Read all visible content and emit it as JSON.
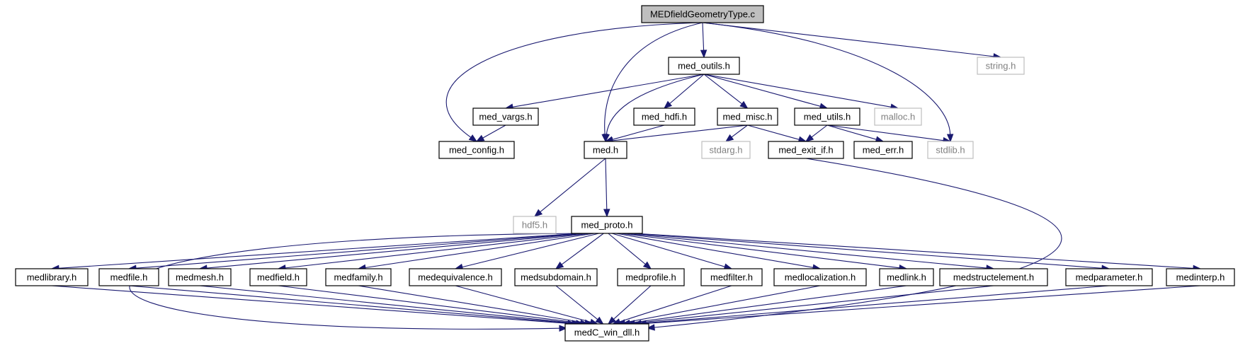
{
  "colors": {
    "edge": "#191970",
    "root_fill": "#bfbfbf",
    "node_fill": "#ffffff",
    "node_border": "#000000",
    "ext_border": "#bfbfbf",
    "ext_text": "#808080",
    "text": "#000000"
  },
  "nodes": {
    "root": "MEDfieldGeometryType.c",
    "med_outils": "med_outils.h",
    "string": "string.h",
    "med_vargs": "med_vargs.h",
    "med_hdfi": "med_hdfi.h",
    "med_misc": "med_misc.h",
    "med_utils": "med_utils.h",
    "malloc": "malloc.h",
    "med_config": "med_config.h",
    "med": "med.h",
    "stdarg": "stdarg.h",
    "med_exit_if": "med_exit_if.h",
    "med_err": "med_err.h",
    "stdlib": "stdlib.h",
    "hdf5": "hdf5.h",
    "med_proto": "med_proto.h",
    "medlibrary": "medlibrary.h",
    "medfile": "medfile.h",
    "medmesh": "medmesh.h",
    "medfield": "medfield.h",
    "medfamily": "medfamily.h",
    "medequivalence": "medequivalence.h",
    "medsubdomain": "medsubdomain.h",
    "medprofile": "medprofile.h",
    "medfilter": "medfilter.h",
    "medlocalization": "medlocalization.h",
    "medlink": "medlink.h",
    "medstructelement": "medstructelement.h",
    "medparameter": "medparameter.h",
    "medinterp": "medinterp.h",
    "medC_win_dll": "medC_win_dll.h"
  }
}
